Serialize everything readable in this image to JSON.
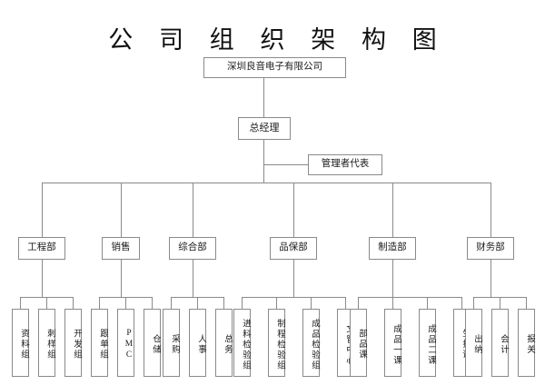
{
  "title": "公 司 组 织 架 构 图",
  "company": {
    "label": "深圳良音电子有限公司"
  },
  "general_manager": {
    "label": "总经理"
  },
  "management_rep": {
    "label": "管理者代表"
  },
  "departments": [
    {
      "label": "工程部",
      "children": [
        {
          "label": "资料组"
        },
        {
          "label": "刺样组"
        },
        {
          "label": "开发组"
        }
      ]
    },
    {
      "label": "销售",
      "children": [
        {
          "label": "跟单组"
        },
        {
          "label": "PMC"
        },
        {
          "label": "仓储"
        }
      ]
    },
    {
      "label": "综合部",
      "children": [
        {
          "label": "采购"
        },
        {
          "label": "人事"
        },
        {
          "label": "总务"
        }
      ]
    },
    {
      "label": "品保部",
      "children": [
        {
          "label": "进料检验组"
        },
        {
          "label": "制程检验组"
        },
        {
          "label": "成品检验组"
        },
        {
          "label": "文管中心"
        }
      ]
    },
    {
      "label": "制造部",
      "children": [
        {
          "label": "部品课"
        },
        {
          "label": "成品一课"
        },
        {
          "label": "成品二课"
        },
        {
          "label": "生技课"
        }
      ]
    },
    {
      "label": "财务部",
      "children": [
        {
          "label": "出纳"
        },
        {
          "label": "会计"
        },
        {
          "label": "报关"
        }
      ]
    }
  ],
  "colors": {
    "line": "#8a8a8a",
    "box_border": "#8a8a8a",
    "background": "#ffffff",
    "text": "#1a1a1a"
  }
}
